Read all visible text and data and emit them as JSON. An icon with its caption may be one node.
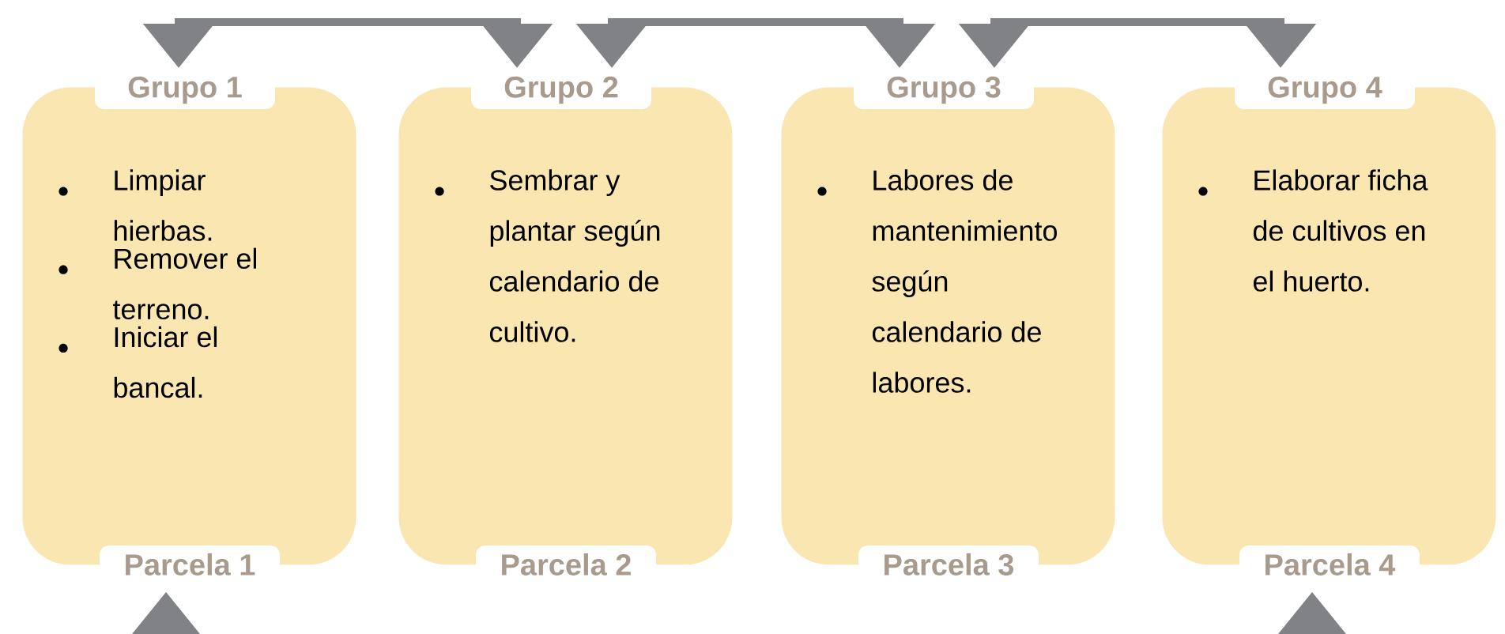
{
  "diagram": {
    "nodes": [
      {
        "text": [
          "Grupo 1",
          "Limpiar hierbas.",
          "Remover el terreno.",
          "Iniciar el bancal.",
          "Parcela 1"
        ]
      },
      {
        "text": [
          "Grupo 2",
          "Sembrar y plantar según calendario de cultivo.",
          "Parcela 2"
        ]
      },
      {
        "text": [
          "Grupo 3",
          "Labores de mantenimiento según calendario de labores.",
          "Parcela 3"
        ]
      },
      {
        "text": [
          "Grupo 4",
          "Elaborar ficha de cultivos en el huerto.",
          "Parcela 4"
        ]
      }
    ],
    "edges": [
      {
        "from": 0,
        "to": 1,
        "arrow": "both"
      },
      {
        "from": 1,
        "to": 2,
        "arrow": "both"
      },
      {
        "from": 2,
        "to": 3,
        "arrow": "both"
      },
      {
        "from": null,
        "to": 0,
        "arrow": "to"
      },
      {
        "from": null,
        "to": 3,
        "arrow": "to"
      }
    ]
  }
}
